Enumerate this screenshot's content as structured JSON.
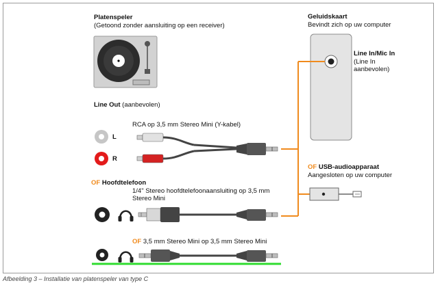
{
  "turntable": {
    "title": "Platenspeler",
    "subtitle": "(Getoond zonder aansluiting op een receiver)"
  },
  "line_out": {
    "label_bold": "Line Out",
    "label_rest": " (aanbevolen)"
  },
  "rca_cable": {
    "title": "RCA op 3,5 mm Stereo Mini (Y-kabel)",
    "left_letter": "L",
    "right_letter": "R"
  },
  "headphone": {
    "of": "OF",
    "title": " Hoofdtelefoon",
    "cable_line1": "1/4\" Stereo hoofdtelefoonaansluiting op 3,5 mm",
    "cable_line2": "Stereo Mini"
  },
  "mini_cable": {
    "of": "OF",
    "label": " 3,5 mm Stereo Mini op 3,5 mm Stereo Mini"
  },
  "soundcard": {
    "title": "Geluidskaart",
    "subtitle": "Bevindt zich op uw computer",
    "port_label": "Line In/Mic In",
    "port_note1": "(Line In",
    "port_note2": "aanbevolen)"
  },
  "usb": {
    "of": "OF",
    "title": " USB-audioapparaat",
    "subtitle": "Aangesloten op uw computer"
  },
  "caption": "Afbeelding 3 – Installatie van platenspeler van type C",
  "colors": {
    "orange": "#f08a1c",
    "green": "#2fdc2f",
    "red": "#e31b1b",
    "gray_cable": "#555555"
  }
}
